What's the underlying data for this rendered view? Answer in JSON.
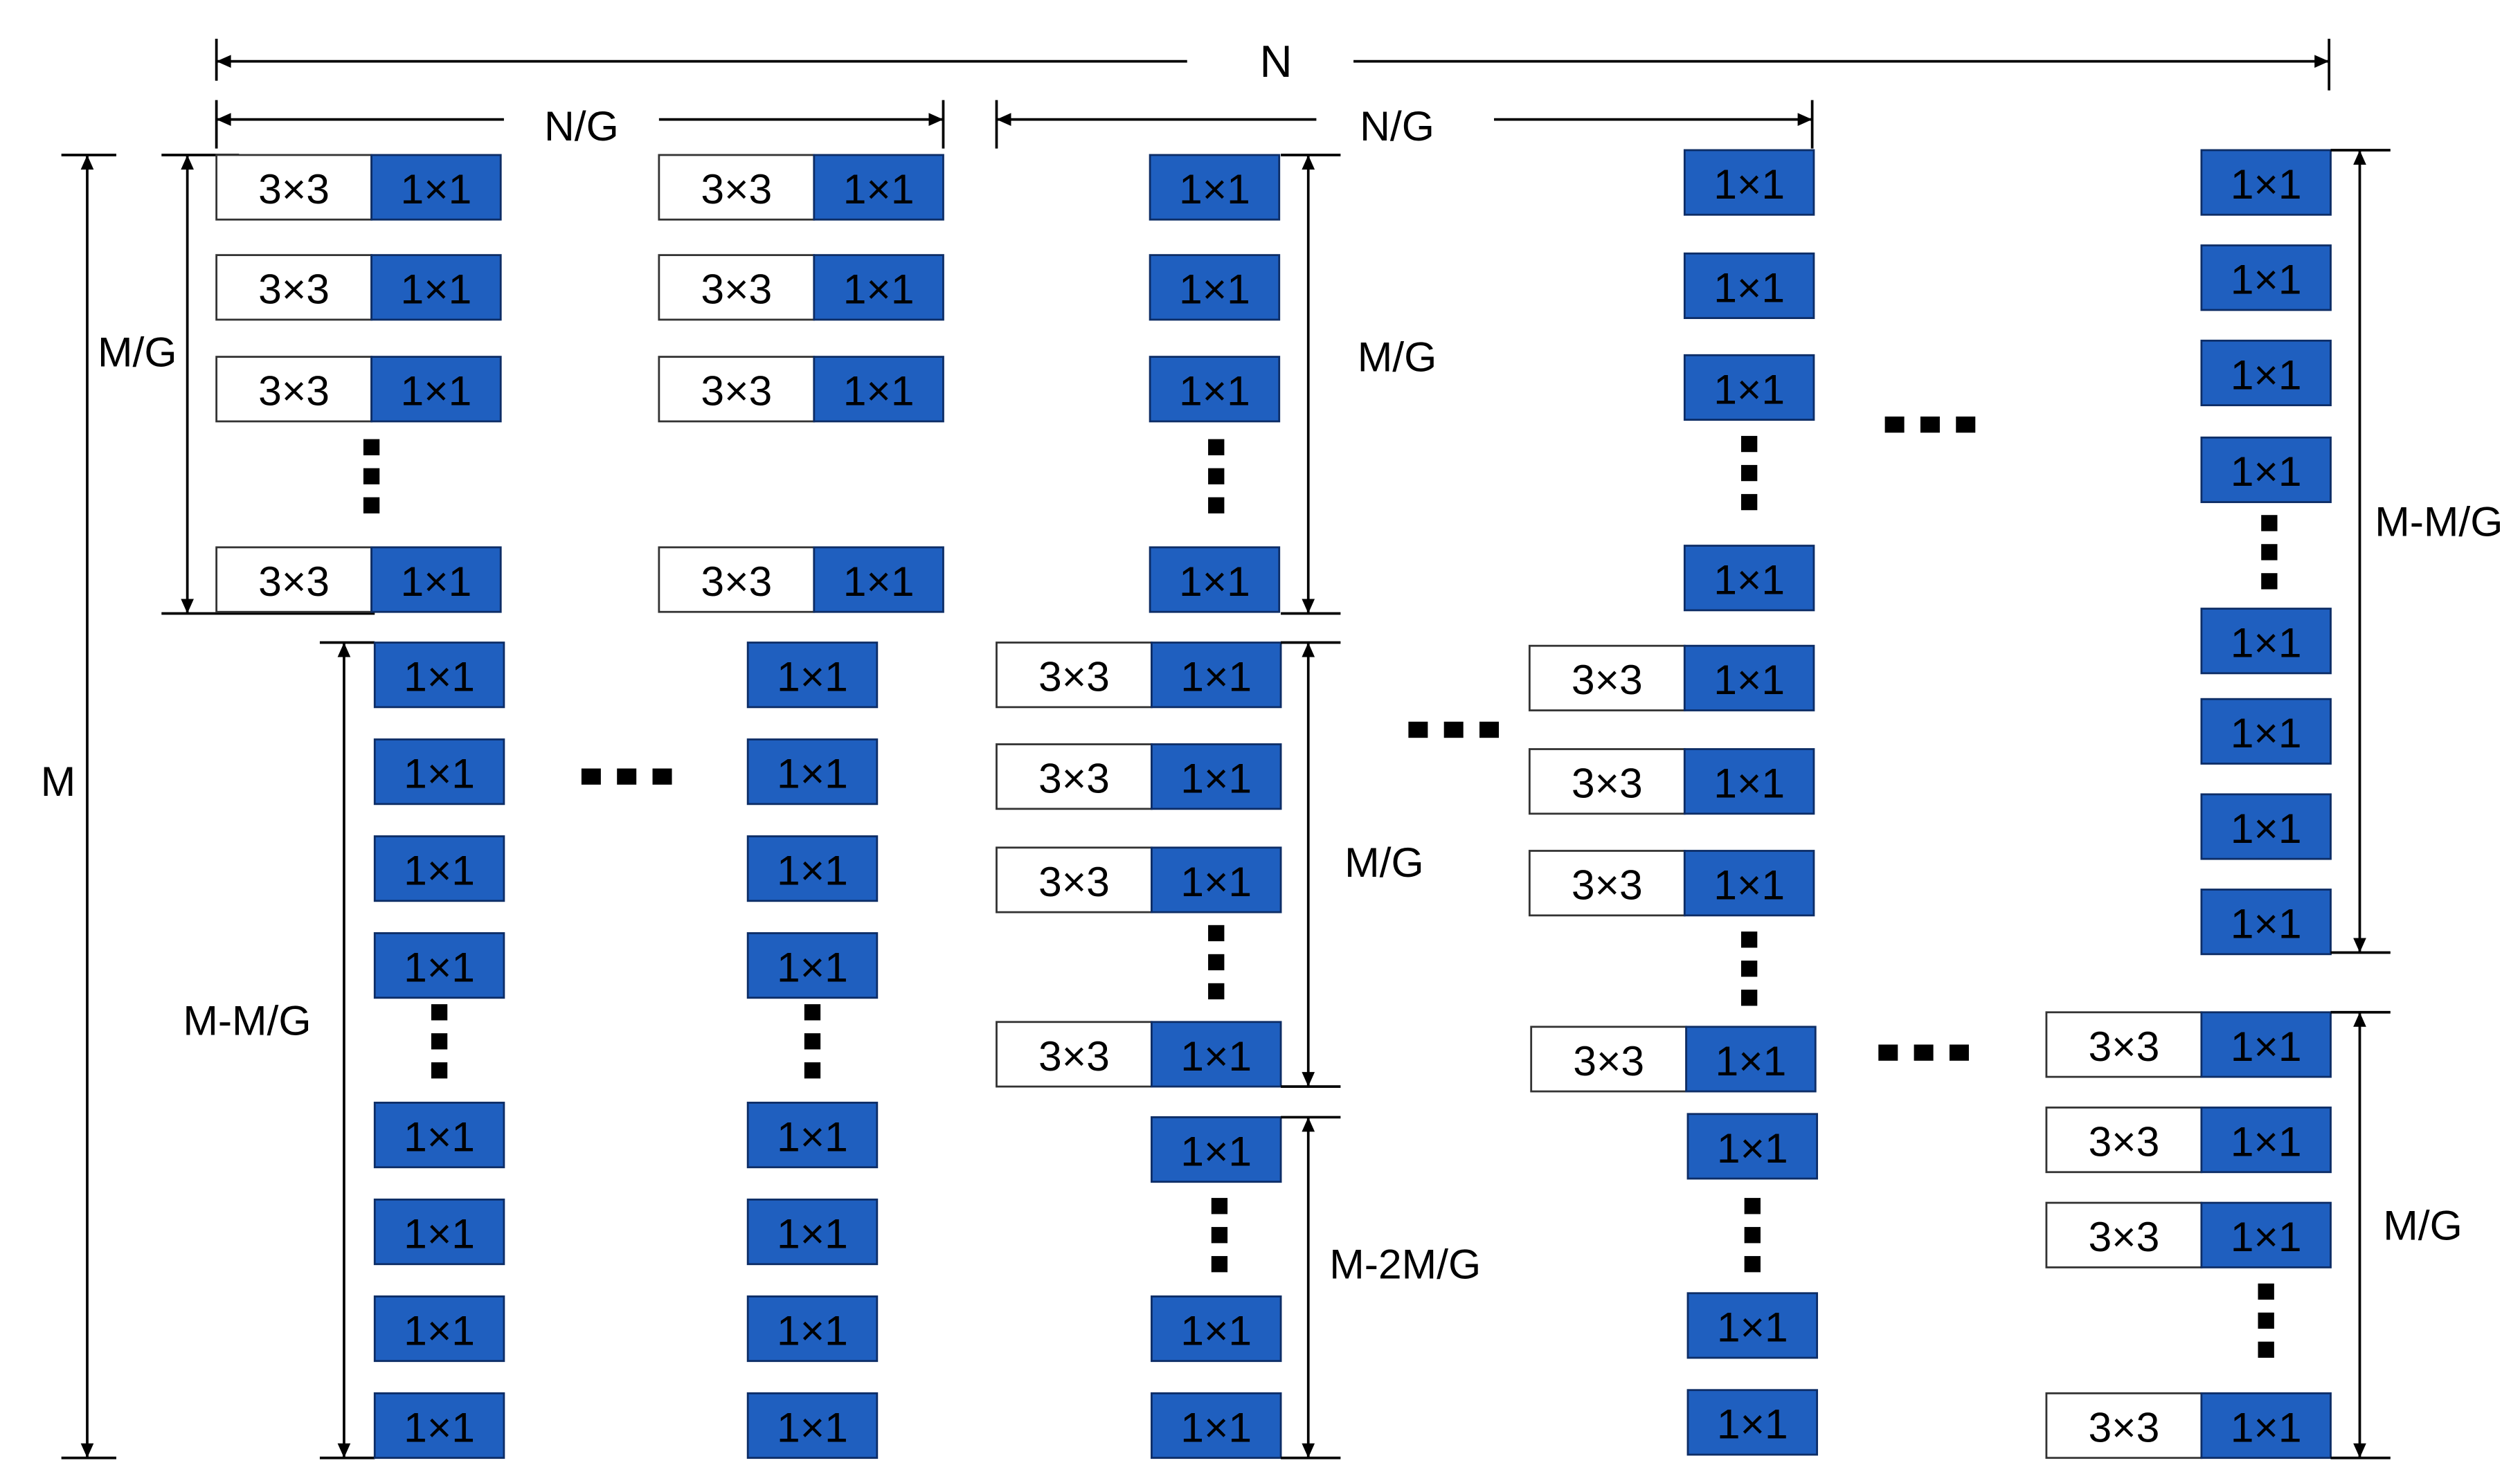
{
  "colors": {
    "blue": "#1f5fbf",
    "line": "#000000",
    "text": "#000000",
    "white": "#ffffff"
  },
  "labels": {
    "n": "N",
    "n_over_g": "N/G",
    "m": "M",
    "m_over_g": "M/G",
    "m_minus_m_over_g": "M-M/G",
    "m_minus_2m_over_g": "M-2M/G"
  },
  "kernels": {
    "k3": "3×3",
    "k1": "1×1"
  },
  "structure": {
    "top_dimension": "N",
    "groups_dimension": "N/G",
    "left_dimension": "M",
    "columns": [
      {
        "segments": [
          "3x3+1x1 (M/G)",
          "1x1 (M-M/G)"
        ]
      },
      {
        "segments": [
          "3x3+1x1 (M/G)",
          "1x1 (M-M/G)"
        ]
      },
      {
        "segments": [
          "1x1 (M/G)",
          "3x3+1x1 (M/G)",
          "1x1 (M-2M/G)"
        ]
      },
      {
        "segments": [
          "1x1",
          "3x3+1x1",
          "1x1"
        ]
      },
      {
        "segments": [
          "1x1 (M-M/G)",
          "3x3+1x1 (M/G)"
        ]
      }
    ]
  }
}
